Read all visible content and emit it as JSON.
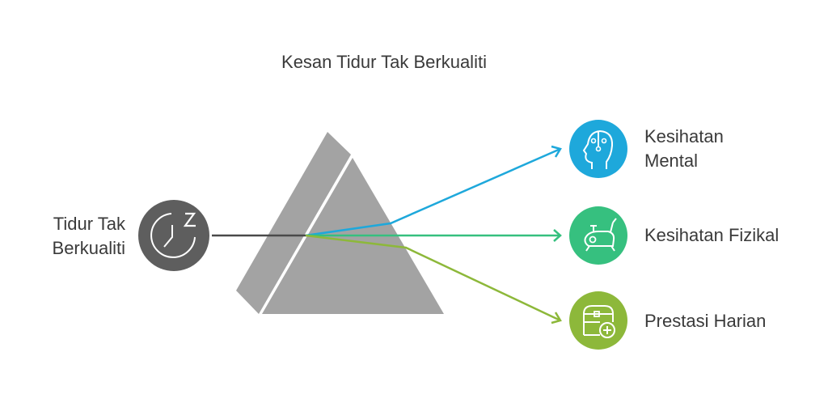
{
  "title": "Kesan Tidur Tak Berkualiti",
  "source": {
    "line1": "Tidur Tak",
    "line2": "Berkualiti",
    "icon": "sleep-clock-icon",
    "color": "#5E5E5E"
  },
  "prism_color": "#A3A3A3",
  "outputs": [
    {
      "line1": "Kesihatan",
      "line2": "Mental",
      "icon": "brain-head-icon",
      "color": "#1EA8DB"
    },
    {
      "line1": "Kesihatan Fizikal",
      "line2": "",
      "icon": "exercise-bike-icon",
      "color": "#36C07F"
    },
    {
      "line1": "Prestasi Harian",
      "line2": "",
      "icon": "chest-plus-icon",
      "color": "#8DB83A"
    }
  ]
}
